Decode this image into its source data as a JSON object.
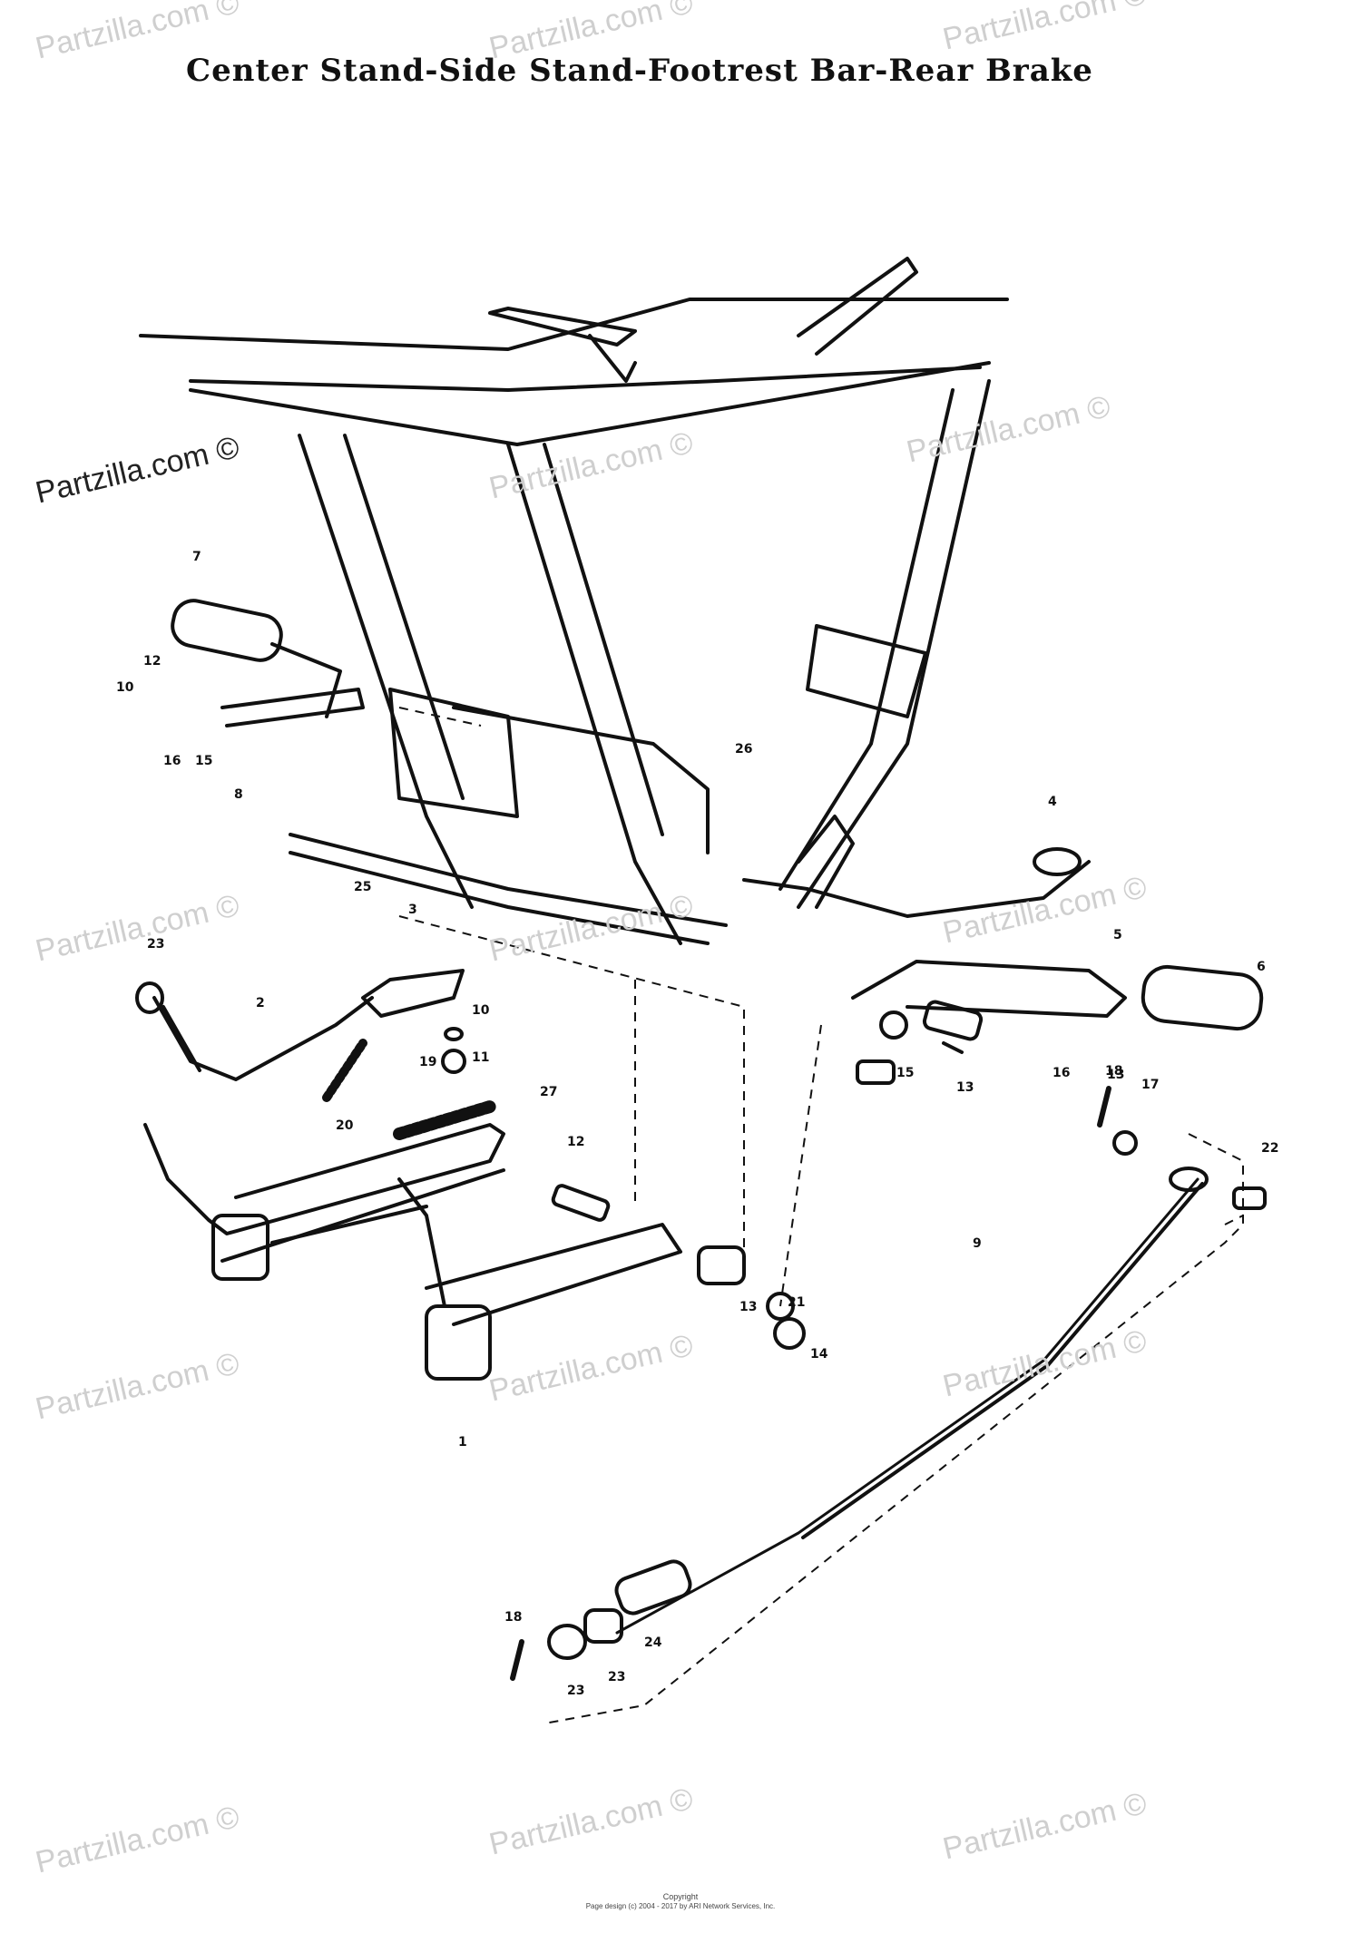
{
  "diagram": {
    "title": "Center Stand-Side Stand-Footrest Bar-Rear Brake",
    "watermark_text": "Partzilla.com ©",
    "footer": {
      "line1": "Copyright",
      "line2": "Page design (c) 2004 - 2017 by ARI Network Services, Inc."
    },
    "callouts": [
      "7",
      "12",
      "10",
      "16",
      "15",
      "8",
      "26",
      "4",
      "23",
      "2",
      "3",
      "25",
      "10",
      "11",
      "19",
      "20",
      "27",
      "6",
      "5",
      "15",
      "13",
      "16",
      "12",
      "18",
      "13",
      "21",
      "14",
      "13",
      "17",
      "22",
      "9",
      "18",
      "23",
      "23",
      "24",
      "1"
    ],
    "colors": {
      "line": "#111111",
      "watermark": "#cfcfcf"
    }
  }
}
